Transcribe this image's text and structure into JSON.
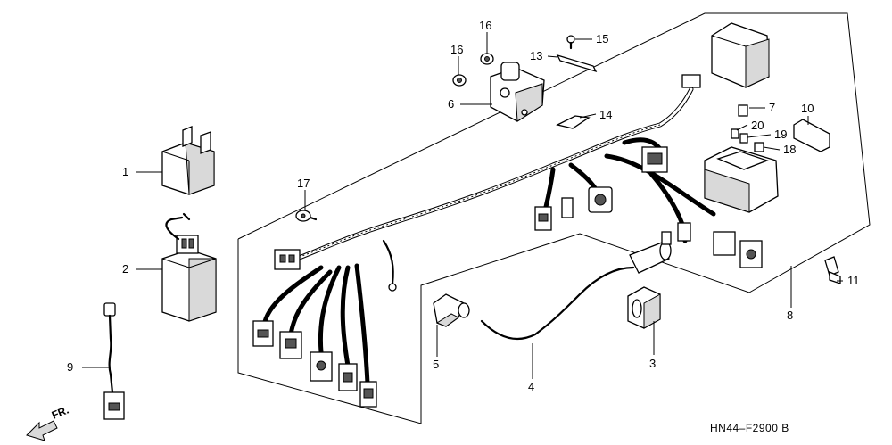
{
  "diagram": {
    "code": "HN44–F2900 B",
    "direction": "FR."
  },
  "callouts": [
    {
      "id": "c1",
      "text": "1"
    },
    {
      "id": "c2",
      "text": "2"
    },
    {
      "id": "c3",
      "text": "3"
    },
    {
      "id": "c4",
      "text": "4"
    },
    {
      "id": "c5",
      "text": "5"
    },
    {
      "id": "c6",
      "text": "6"
    },
    {
      "id": "c7",
      "text": "7"
    },
    {
      "id": "c8",
      "text": "8"
    },
    {
      "id": "c9",
      "text": "9"
    },
    {
      "id": "c10",
      "text": "10"
    },
    {
      "id": "c11",
      "text": "11"
    },
    {
      "id": "c13",
      "text": "13"
    },
    {
      "id": "c14",
      "text": "14"
    },
    {
      "id": "c15",
      "text": "15"
    },
    {
      "id": "c16a",
      "text": "16"
    },
    {
      "id": "c16b",
      "text": "16"
    },
    {
      "id": "c17",
      "text": "17"
    },
    {
      "id": "c18",
      "text": "18"
    },
    {
      "id": "c19",
      "text": "19"
    },
    {
      "id": "c20",
      "text": "20"
    }
  ]
}
